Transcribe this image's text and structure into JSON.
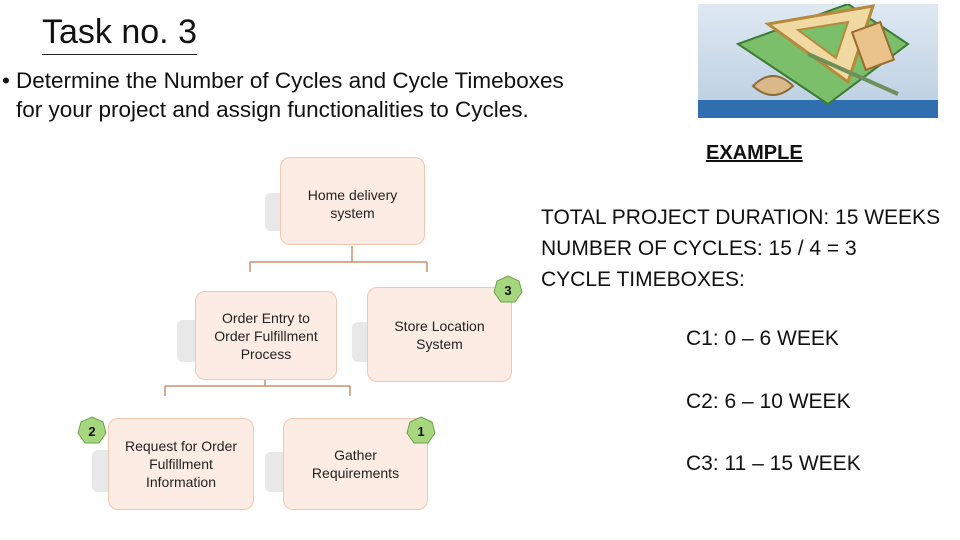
{
  "slide": {
    "title": "Task no. 3",
    "bullet_line1": "Determine the Number of Cycles and Cycle Timeboxes",
    "bullet_line2": "for your project and assign functionalities to Cycles.",
    "bullet_glyph": "•",
    "example_label": "EXAMPLE"
  },
  "info": {
    "duration": "TOTAL PROJECT DURATION:  15 WEEKS",
    "cycles": "NUMBER OF CYCLES: 15 / 4 = 3",
    "timeboxes": "CYCLE TIMEBOXES:"
  },
  "cycles": [
    {
      "label": "C1: 0 – 6 WEEK"
    },
    {
      "label": "C2: 6 – 10 WEEK"
    },
    {
      "label": "C3: 11 – 15 WEEK"
    }
  ],
  "diagram": {
    "root": "Home delivery system",
    "node_order_entry": "Order Entry to Order Fulfillment Process",
    "node_store_location": "Store Location System",
    "node_request": "Request for Order Fulfillment Information",
    "node_gather": "Gather Requirements",
    "badge_store": "3",
    "badge_request": "2",
    "badge_gather": "1",
    "colors": {
      "box_fill": "#fdece4",
      "box_border": "#efc8b3",
      "badge_fill": "#a6d77f"
    }
  },
  "logo_icon": "drafting-tools-icon"
}
